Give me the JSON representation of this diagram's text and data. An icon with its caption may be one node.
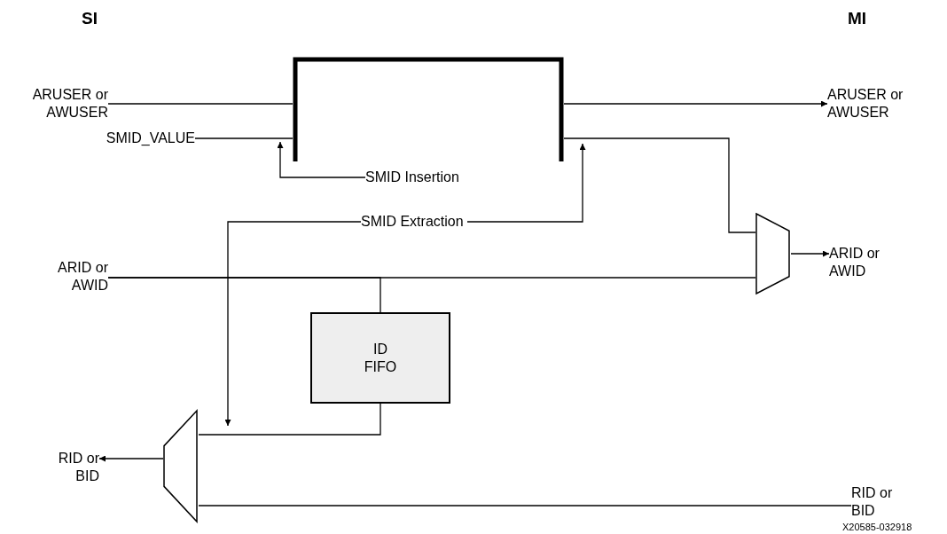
{
  "diagram": {
    "nodes": [
      {
        "text": [
          "ARUSER or AWUSER"
        ]
      },
      {
        "text": [
          "SMID_VALUE"
        ]
      },
      {
        "text": [],
        "shape": "bracket"
      },
      {
        "text": [
          "ARUSER or AWUSER"
        ]
      },
      {
        "text": [
          "SMID Insertion"
        ]
      },
      {
        "text": [
          "SMID Extraction"
        ]
      },
      {
        "text": [
          "ARID or AWID"
        ]
      },
      {
        "text": [],
        "shape": "trapezoid"
      },
      {
        "text": [
          "ARID or AWID"
        ]
      },
      {
        "text": [
          "ID FIFO"
        ]
      },
      {
        "text": [],
        "shape": "trapezoid"
      },
      {
        "text": [
          "RID or BID"
        ]
      },
      {
        "text": [
          "RID or BID"
        ]
      }
    ],
    "edges": [
      {
        "from": 0,
        "to": 2,
        "arrow": "none"
      },
      {
        "from": 1,
        "to": 2,
        "arrow": "none"
      },
      {
        "from": 2,
        "to": 3,
        "arrow": "to"
      },
      {
        "from": 4,
        "to": 2,
        "arrow": "to"
      },
      {
        "from": 5,
        "to": 2,
        "arrow": "to"
      },
      {
        "from": 5,
        "to": 10,
        "arrow": "to"
      },
      {
        "from": 2,
        "to": 7,
        "arrow": "none"
      },
      {
        "from": 6,
        "to": 7,
        "arrow": "none"
      },
      {
        "from": 6,
        "to": 9,
        "arrow": "none"
      },
      {
        "from": 7,
        "to": 8,
        "arrow": "to"
      },
      {
        "from": 9,
        "to": 10,
        "arrow": "none"
      },
      {
        "from": 12,
        "to": 10,
        "arrow": "none"
      },
      {
        "from": 10,
        "to": 11,
        "arrow": "to"
      }
    ],
    "labels": [
      "SI",
      "MI",
      "X20585-032918"
    ]
  }
}
